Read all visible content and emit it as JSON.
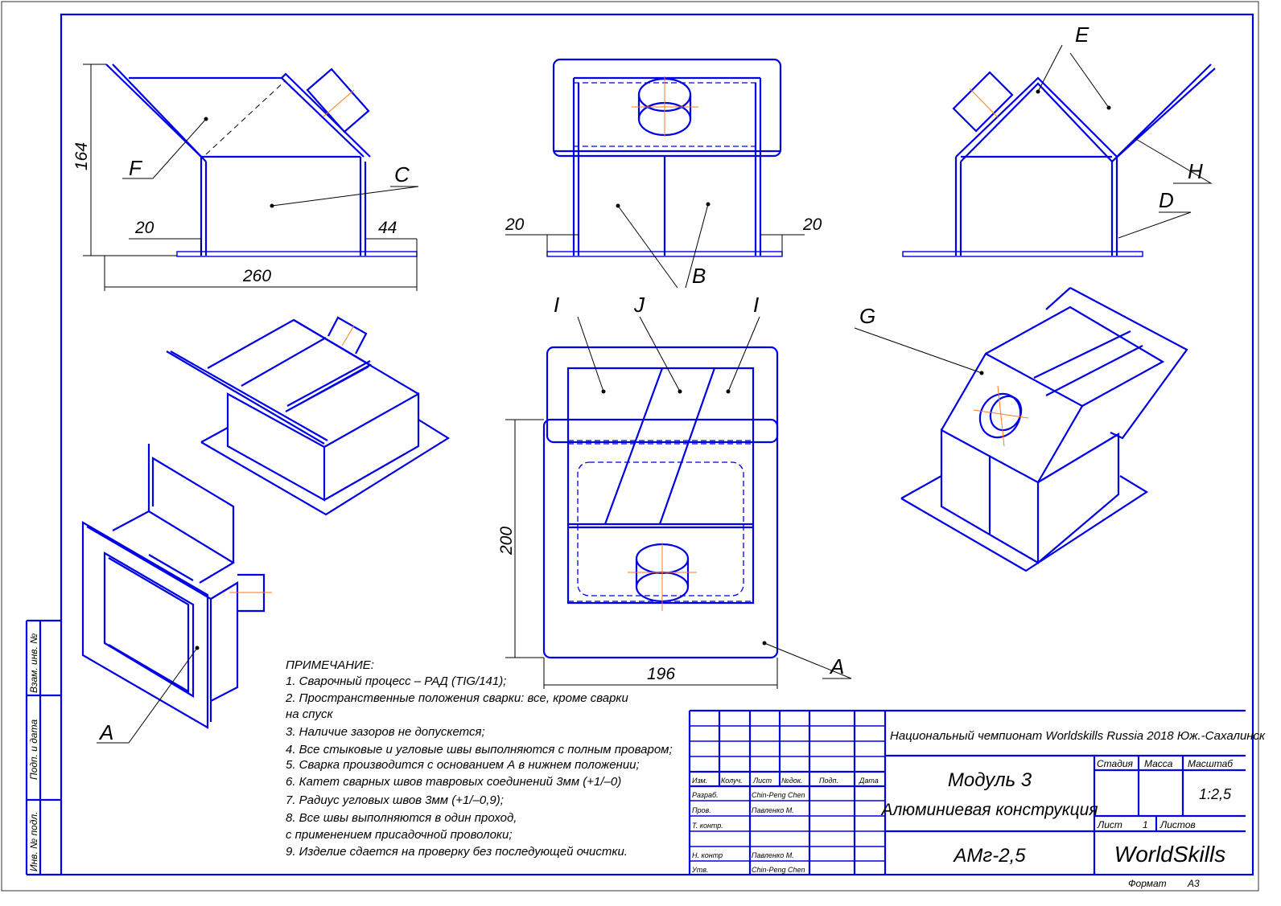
{
  "labels": {
    "A1": "A",
    "A2": "A",
    "B": "B",
    "C": "C",
    "D": "D",
    "E": "E",
    "F": "F",
    "G": "G",
    "H": "H",
    "I1": "I",
    "I2": "I",
    "J": "J"
  },
  "dimensions": {
    "height": "164",
    "length": "260",
    "left_offset": "20",
    "right_offset": "44",
    "top_left": "20",
    "top_right": "20",
    "plan_height": "200",
    "plan_width": "196"
  },
  "notes": {
    "title": "ПРИМЕЧАНИЕ:",
    "lines": [
      "1. Сварочный процесс – РАД (TIG/141);",
      "2. Пространственные положения сварки: все, кроме сварки",
      "на спуск",
      "3. Наличие зазоров не допускется;",
      "4. Все стыковые и угловые швы выполняются с полным проваром;",
      "5. Сварка производится с основанием А в нижнем положении;",
      "6. Катет сварных швов тавровых соединений 3мм (+1/–0)",
      "7. Радиус угловых швов 3мм (+1/–0,9);",
      "8. Все швы выполняются в один проход,",
      "с применением присадочной проволоки;",
      "9. Изделие сдается на проверку без последующей очистки."
    ]
  },
  "title_block": {
    "headers": [
      "Изм.",
      "Колуч.",
      "Лист",
      "№док.",
      "Подп.",
      "Дата"
    ],
    "rows": [
      {
        "role": "Разраб.",
        "name": "Chin-Peng Chen"
      },
      {
        "role": "Пров.",
        "name": "Павленко М."
      },
      {
        "role": "Т. контр.",
        "name": ""
      },
      {
        "role": "",
        "name": ""
      },
      {
        "role": "Н. контр",
        "name": "Павленко М."
      },
      {
        "role": "Утв.",
        "name": "Chin-Peng Chen"
      }
    ],
    "organization": "Национальный чемпионат Worldskills Russia 2018 Юж.-Сахалинск",
    "doc_title_1": "Модуль 3",
    "doc_title_2": "Алюминиевая конструкция",
    "material": "АМг-2,5",
    "stage_label": "Стадия",
    "mass_label": "Масса",
    "scale_label": "Масштаб",
    "scale_value": "1:2,5",
    "sheet_label": "Лист",
    "sheet_value": "1",
    "sheets_label": "Листов",
    "company": "WorldSkills",
    "format_label": "Формат",
    "format_value": "А3"
  },
  "side_stamp": {
    "replace": "Взам. инв. №",
    "sign_date": "Подп. и дата",
    "inv": "Инв. № подл."
  },
  "colors": {
    "line": "#0000e6",
    "dimension": "#000000",
    "centerline": "#ff7a1a"
  }
}
